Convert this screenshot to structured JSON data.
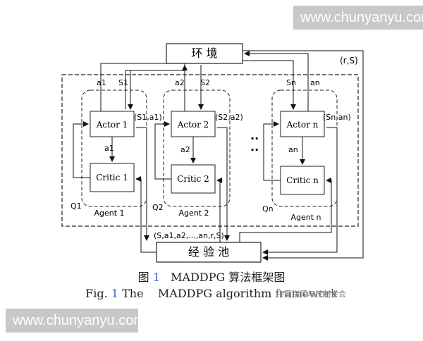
{
  "watermark": {
    "top": "www.chunyanyu.com",
    "bottom": "www.chunyanyu.com"
  },
  "diagram": {
    "environment": "环  境",
    "experience_pool": "经 验 池",
    "reward_state": "(r,S)",
    "pool_tuple": "(S,a1,a2,...,an,r,S)",
    "ellipsis": "..",
    "agents": [
      {
        "actor": "Actor 1",
        "critic": "Critic 1",
        "agent": "Agent 1",
        "action": "a1",
        "state": "S1",
        "q": "Q1",
        "pair": "(S1,a1)",
        "mid_action": "a1"
      },
      {
        "actor": "Actor 2",
        "critic": "Critic 2",
        "agent": "Agent 2",
        "action": "a2",
        "state": "S2",
        "q": "Q2",
        "pair": "(S2,a2)",
        "mid_action": "a2"
      },
      {
        "actor": "Actor n",
        "critic": "Critic n",
        "agent": "Agent n",
        "action": "an",
        "state": "Sn",
        "q": "Qn",
        "pair": "(Sn,an)",
        "mid_action": "an"
      }
    ]
  },
  "caption": {
    "cn_prefix": "图",
    "cn_num": "1",
    "cn_text": "MADDPG 算法框架图",
    "en_prefix": "Fig.",
    "en_num": "1",
    "en_text": "The    MADDPG algorithm framework"
  },
  "source_mark": "中国指挥与控制学会"
}
